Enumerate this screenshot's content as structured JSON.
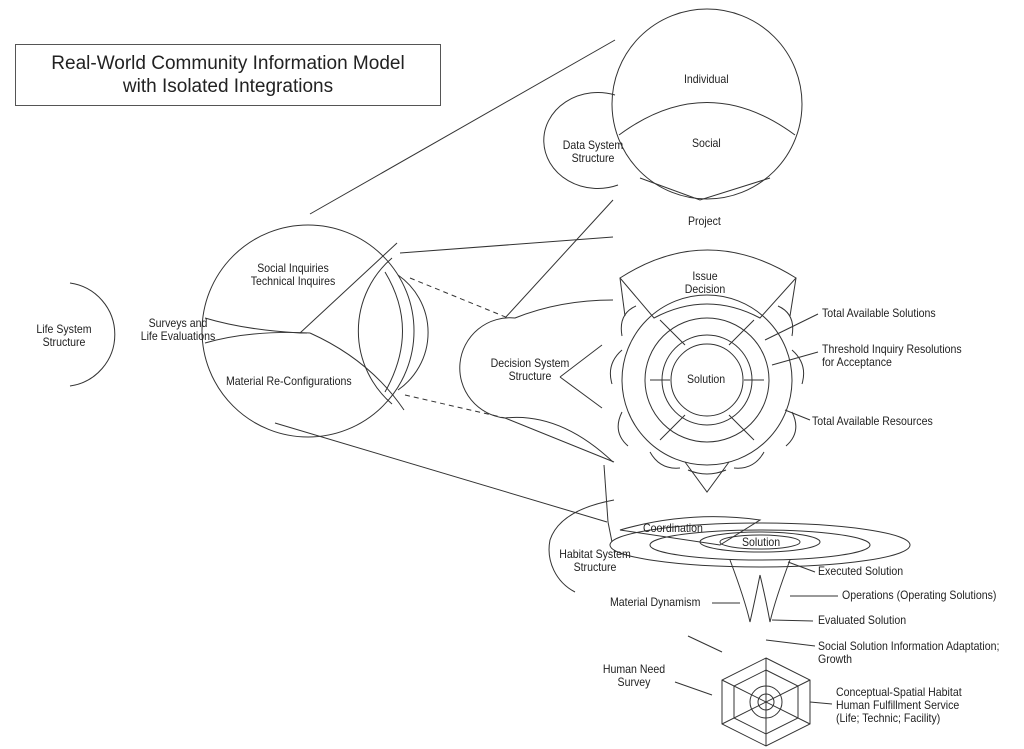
{
  "title": {
    "line1": "Real-World Community Information Model",
    "line2": "with Isolated Integrations"
  },
  "labels": {
    "life_system": [
      "Life System",
      "Structure"
    ],
    "surveys": [
      "Surveys and",
      "Life Evaluations"
    ],
    "social_inquiries": [
      "Social Inquiries",
      "Technical Inquires"
    ],
    "material_reconfig": "Material Re-Configurations",
    "data_system": [
      "Data System",
      "Structure"
    ],
    "individual": "Individual",
    "social": "Social",
    "project": "Project",
    "issue_decision": [
      "Issue",
      "Decision"
    ],
    "decision_system": [
      "Decision System",
      "Structure"
    ],
    "solution_center": "Solution",
    "total_solutions": "Total Available Solutions",
    "threshold": [
      "Threshold Inquiry Resolutions",
      "for Acceptance"
    ],
    "total_resources": "Total Available Resources",
    "coordination": "Coordination",
    "solution_habitat": "Solution",
    "habitat_system": [
      "Habitat System",
      "Structure"
    ],
    "executed": "Executed Solution",
    "operations": "Operations (Operating Solutions)",
    "material_dynamism": "Material Dynamism",
    "evaluated": "Evaluated Solution",
    "social_adaptation": [
      "Social Solution Information Adaptation;",
      "Growth"
    ],
    "human_need": [
      "Human Need",
      "Survey"
    ],
    "conceptual": [
      "Conceptual-Spatial Habitat",
      "Human Fulfillment Service",
      "(Life; Technic; Facility)"
    ]
  },
  "colors": {
    "line": "#333333",
    "text": "#222222",
    "background": "#ffffff"
  }
}
